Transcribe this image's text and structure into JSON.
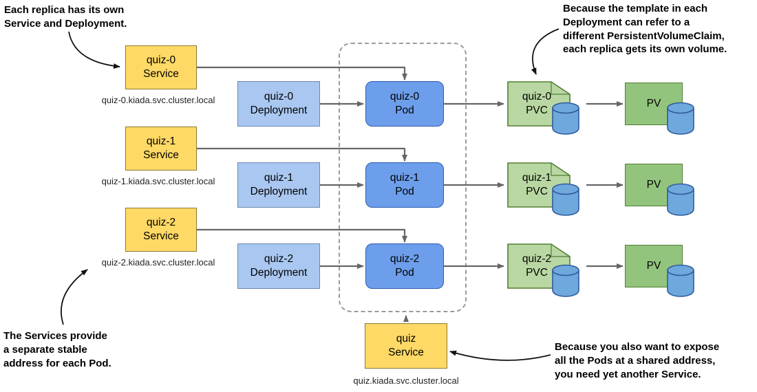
{
  "colors": {
    "service_fill": "#FFD966",
    "deployment_fill": "#A9C7F0",
    "pod_fill": "#6D9EEB",
    "pvc_fill": "#B9D7A2",
    "pv_fill": "#93C47D",
    "volume_fill": "#6FA8DC",
    "arrow": "#666666"
  },
  "icons": {
    "volume_icon": "database-cylinder",
    "pvc_icon": "folded-note-card"
  },
  "annotations": {
    "top_left": "Each replica has its own\nService and Deployment.",
    "top_right": "Because the template in each\nDeployment can refer to a\ndifferent PersistentVolumeClaim,\neach replica gets its own volume.",
    "bottom_left": "The Services provide\na separate stable\naddress for each Pod.",
    "bottom_right": "Because you also want to expose\nall the Pods at a shared address,\nyou need yet another Service."
  },
  "rows": [
    {
      "service": {
        "name": "quiz-0",
        "kind": "Service"
      },
      "dns": "quiz-0.kiada.svc.cluster.local",
      "deployment": {
        "name": "quiz-0",
        "kind": "Deployment"
      },
      "pod": {
        "name": "quiz-0",
        "kind": "Pod"
      },
      "pvc": {
        "name": "quiz-0",
        "kind": "PVC"
      },
      "pv": {
        "label": "PV"
      }
    },
    {
      "service": {
        "name": "quiz-1",
        "kind": "Service"
      },
      "dns": "quiz-1.kiada.svc.cluster.local",
      "deployment": {
        "name": "quiz-1",
        "kind": "Deployment"
      },
      "pod": {
        "name": "quiz-1",
        "kind": "Pod"
      },
      "pvc": {
        "name": "quiz-1",
        "kind": "PVC"
      },
      "pv": {
        "label": "PV"
      }
    },
    {
      "service": {
        "name": "quiz-2",
        "kind": "Service"
      },
      "dns": "quiz-2.kiada.svc.cluster.local",
      "deployment": {
        "name": "quiz-2",
        "kind": "Deployment"
      },
      "pod": {
        "name": "quiz-2",
        "kind": "Pod"
      },
      "pvc": {
        "name": "quiz-2",
        "kind": "PVC"
      },
      "pv": {
        "label": "PV"
      }
    }
  ],
  "shared_service": {
    "name": "quiz",
    "kind": "Service",
    "dns": "quiz.kiada.svc.cluster.local"
  }
}
